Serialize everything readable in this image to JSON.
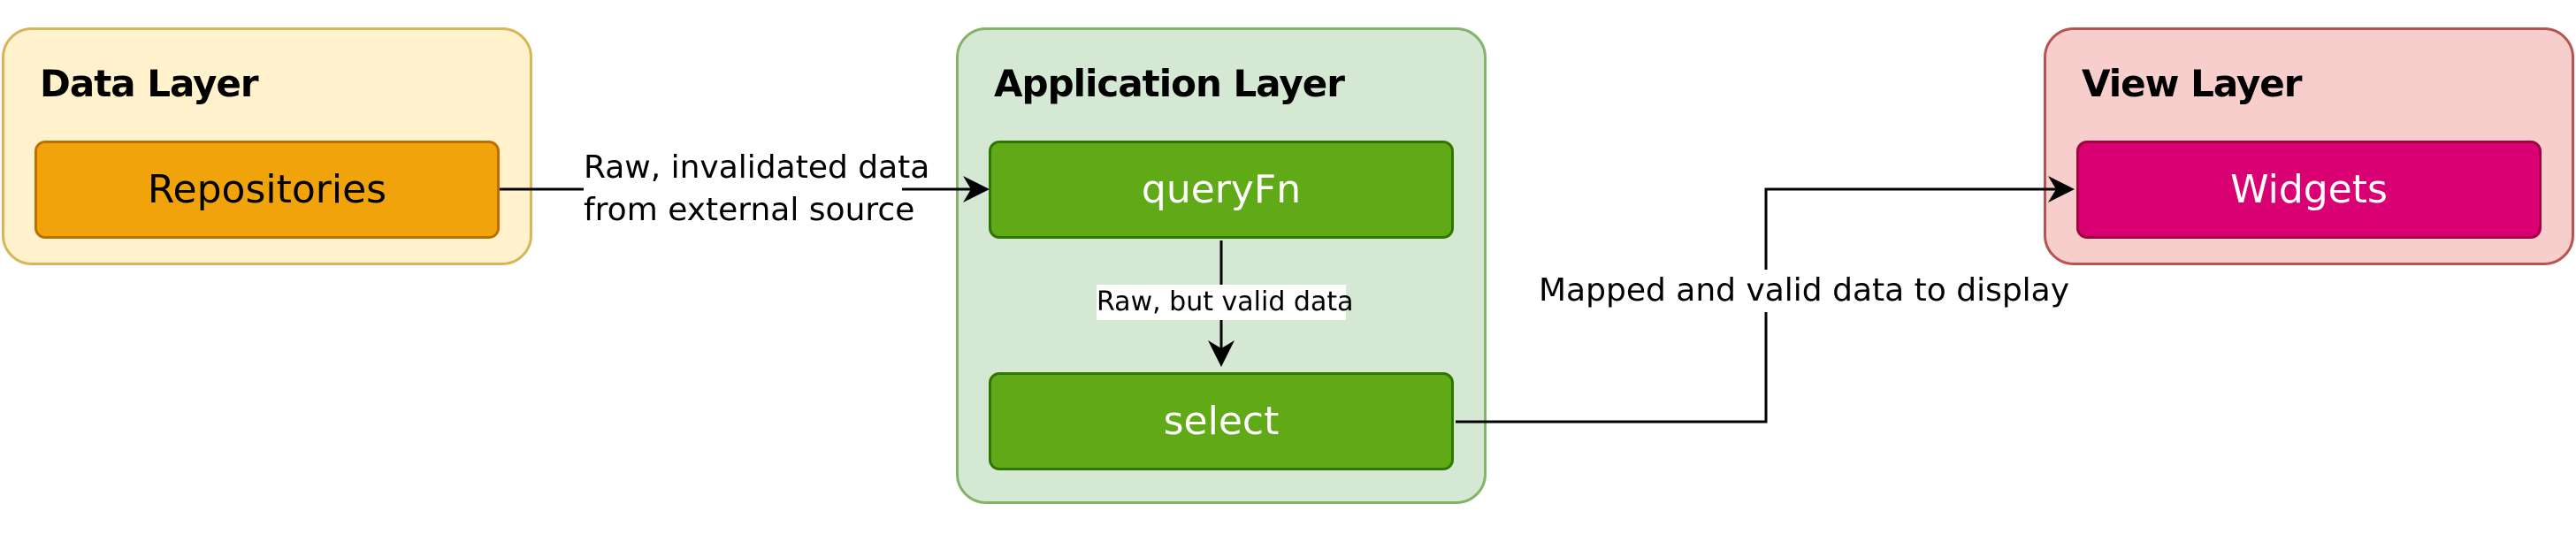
{
  "layers": {
    "data": {
      "title": "Data Layer",
      "fill": "#fff2cc",
      "stroke": "#d6b656"
    },
    "application": {
      "title": "Application Layer",
      "fill": "#d5e8d4",
      "stroke": "#82b366"
    },
    "view": {
      "title": "View Layer",
      "fill": "#f8cecc",
      "stroke": "#b85450"
    }
  },
  "nodes": {
    "repositories": {
      "label": "Repositories",
      "fill": "#f0a30a",
      "stroke": "#bd7000",
      "text_color": "#000000"
    },
    "queryfn": {
      "label": "queryFn",
      "fill": "#60a917",
      "stroke": "#2d7600",
      "text_color": "#ffffff"
    },
    "select": {
      "label": "select",
      "fill": "#60a917",
      "stroke": "#2d7600",
      "text_color": "#ffffff"
    },
    "widgets": {
      "label": "Widgets",
      "fill": "#d80073",
      "stroke": "#a50040",
      "text_color": "#ffffff"
    }
  },
  "edges": {
    "repositories_to_queryfn": {
      "line1": "Raw, invalidated data",
      "line2": "from external source"
    },
    "queryfn_to_select": {
      "label": "Raw, but valid data"
    },
    "select_to_widgets": {
      "label": "Mapped and valid data to display"
    }
  }
}
